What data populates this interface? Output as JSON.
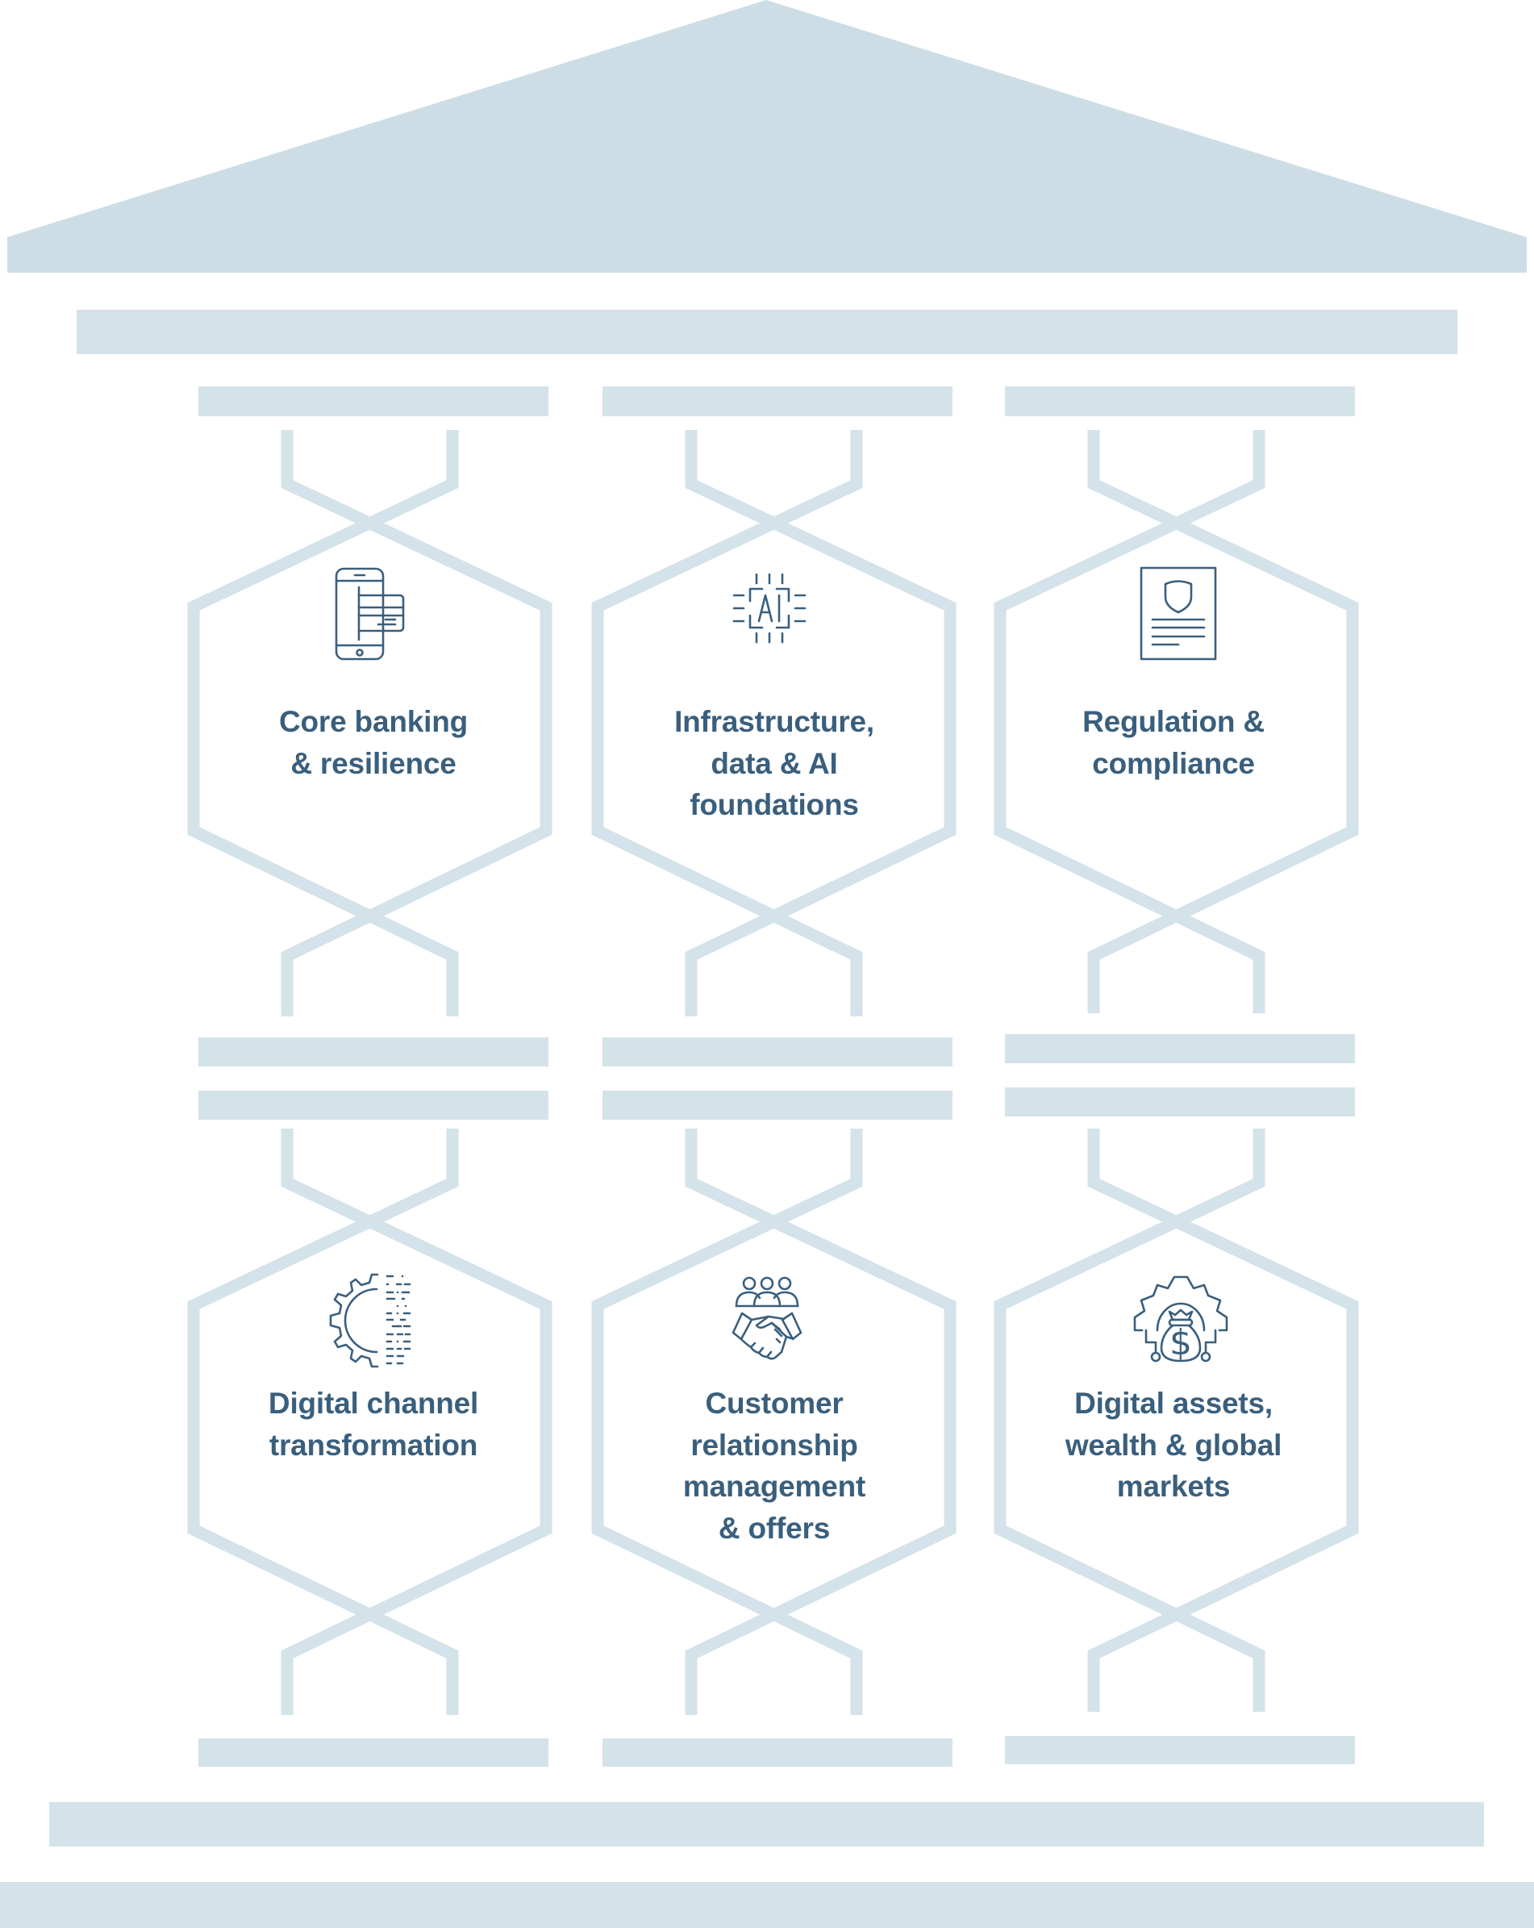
{
  "title": "Banking technology pillars",
  "colors": {
    "structure": "#d4e2ea",
    "roof": "#cddde6",
    "text": "#3a5f7d"
  },
  "pillars": [
    {
      "id": "core-banking",
      "icon": "smartphone-card-icon",
      "lines": [
        "Core banking",
        "& resilience"
      ]
    },
    {
      "id": "infrastructure",
      "icon": "ai-chip-icon",
      "lines": [
        "Infrastructure,",
        "data & AI",
        "foundations"
      ],
      "icon_text": "AI"
    },
    {
      "id": "regulation",
      "icon": "shield-document-icon",
      "lines": [
        "Regulation &",
        "compliance"
      ]
    },
    {
      "id": "digital-channel",
      "icon": "gear-digital-icon",
      "lines": [
        "Digital channel",
        "transformation"
      ]
    },
    {
      "id": "customer-relationship",
      "icon": "handshake-people-icon",
      "lines": [
        "Customer",
        "relationship",
        "management",
        "& offers"
      ]
    },
    {
      "id": "digital-assets",
      "icon": "gear-money-bag-icon",
      "lines": [
        "Digital assets,",
        "wealth & global",
        "markets"
      ],
      "icon_text": "$"
    }
  ]
}
